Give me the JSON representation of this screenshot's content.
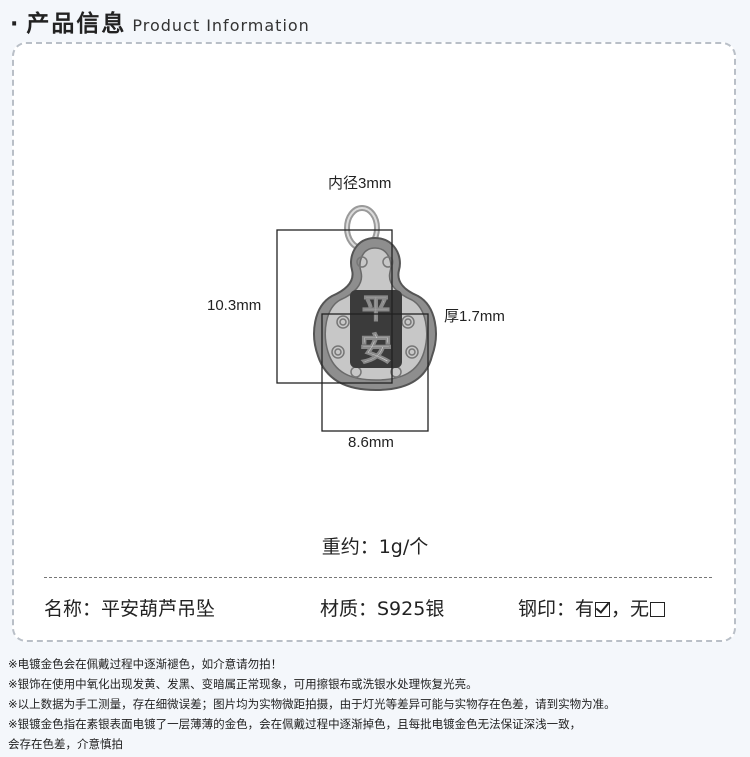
{
  "header": {
    "bullet": "·",
    "title_cn": "产品信息",
    "title_en": "Product Information"
  },
  "figure": {
    "inner_diameter": "内径3mm",
    "height": "10.3mm",
    "thickness": "厚1.7mm",
    "width": "8.6mm",
    "engraving": [
      "平",
      "安"
    ]
  },
  "weight": "重约：1g/个",
  "specs": {
    "name": "名称：平安葫芦吊坠",
    "material": "材质：S925银",
    "stamp_label": "钢印：有",
    "stamp_yes_checked": true,
    "stamp_no_label": "，无",
    "stamp_no_checked": false
  },
  "notes": [
    "※电镀金色会在佩戴过程中逐渐褪色，如介意请勿拍！",
    "※银饰在使用中氧化出现发黄、发黑、变暗属正常现象，可用擦银布或洗银水处理恢复光亮。",
    "※以上数据为手工测量，存在细微误差；图片均为实物微距拍摄，由于灯光等差异可能与实物存在色差，请到实物为准。",
    "※银镀金色指在素银表面电镀了一层薄薄的金色，会在佩戴过程中逐渐掉色，且每批电镀金色无法保证深浅一致，",
    "会存在色差，介意慎拍"
  ]
}
